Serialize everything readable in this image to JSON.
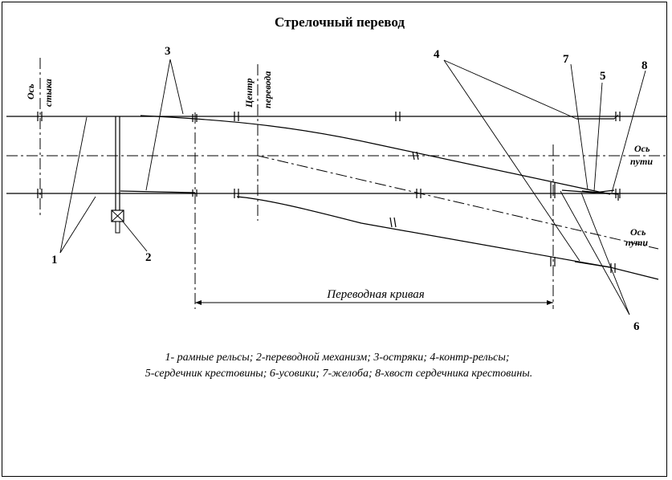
{
  "title": "Стрелочный перевод",
  "labels": {
    "joint_axis_1": "Ось",
    "joint_axis_2": "стыка",
    "center_1": "Центр",
    "center_2": "перевода",
    "track_axis_main_1": "Ось",
    "track_axis_main_2": "пути",
    "track_axis_branch_1": "Ось",
    "track_axis_branch_2": "пути",
    "transfer_curve": "Переводная кривая"
  },
  "numbers": {
    "n1": "1",
    "n2": "2",
    "n3": "3",
    "n4": "4",
    "n5": "5",
    "n6": "6",
    "n7": "7",
    "n8": "8"
  },
  "legend": {
    "line1": "1- рамные рельсы; 2-переводной механизм; 3-остряки; 4-контр-рельсы;",
    "line2": "5-сердечник крестовины;  6-усовики; 7-желоба; 8-хвост сердечника крестовины."
  }
}
